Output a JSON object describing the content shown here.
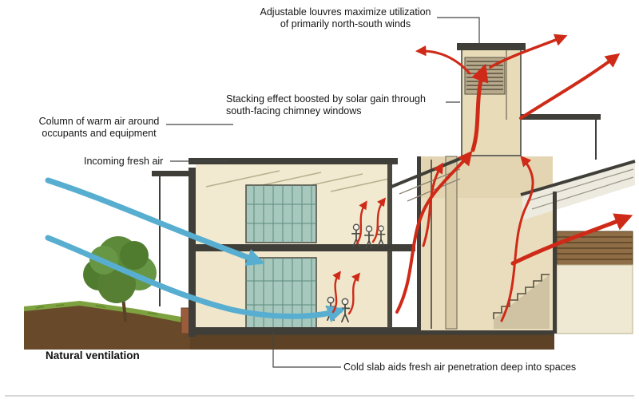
{
  "figure": {
    "caption": "Natural ventilation"
  },
  "annotations": {
    "louvres": "Adjustable louvres maximize utilization\nof primarily north-south winds",
    "stacking": "Stacking effect boosted by solar gain through\nsouth-facing chimney windows",
    "warm_column": "Column of warm air around\noccupants and equipment",
    "incoming": "Incoming fresh air",
    "cold_slab": "Cold slab aids fresh air penetration deep into spaces"
  },
  "colors": {
    "warm_air_arrow": "#cf2a18",
    "fresh_air_arrow": "#57aed0",
    "structure_outline": "#3f3e38",
    "wall_fill": "#f2ead0",
    "ground_brown": "#5d4226",
    "grass_green": "#7da23f",
    "tree_green": "#5c8a38",
    "glazing": "#a7c8bd"
  }
}
